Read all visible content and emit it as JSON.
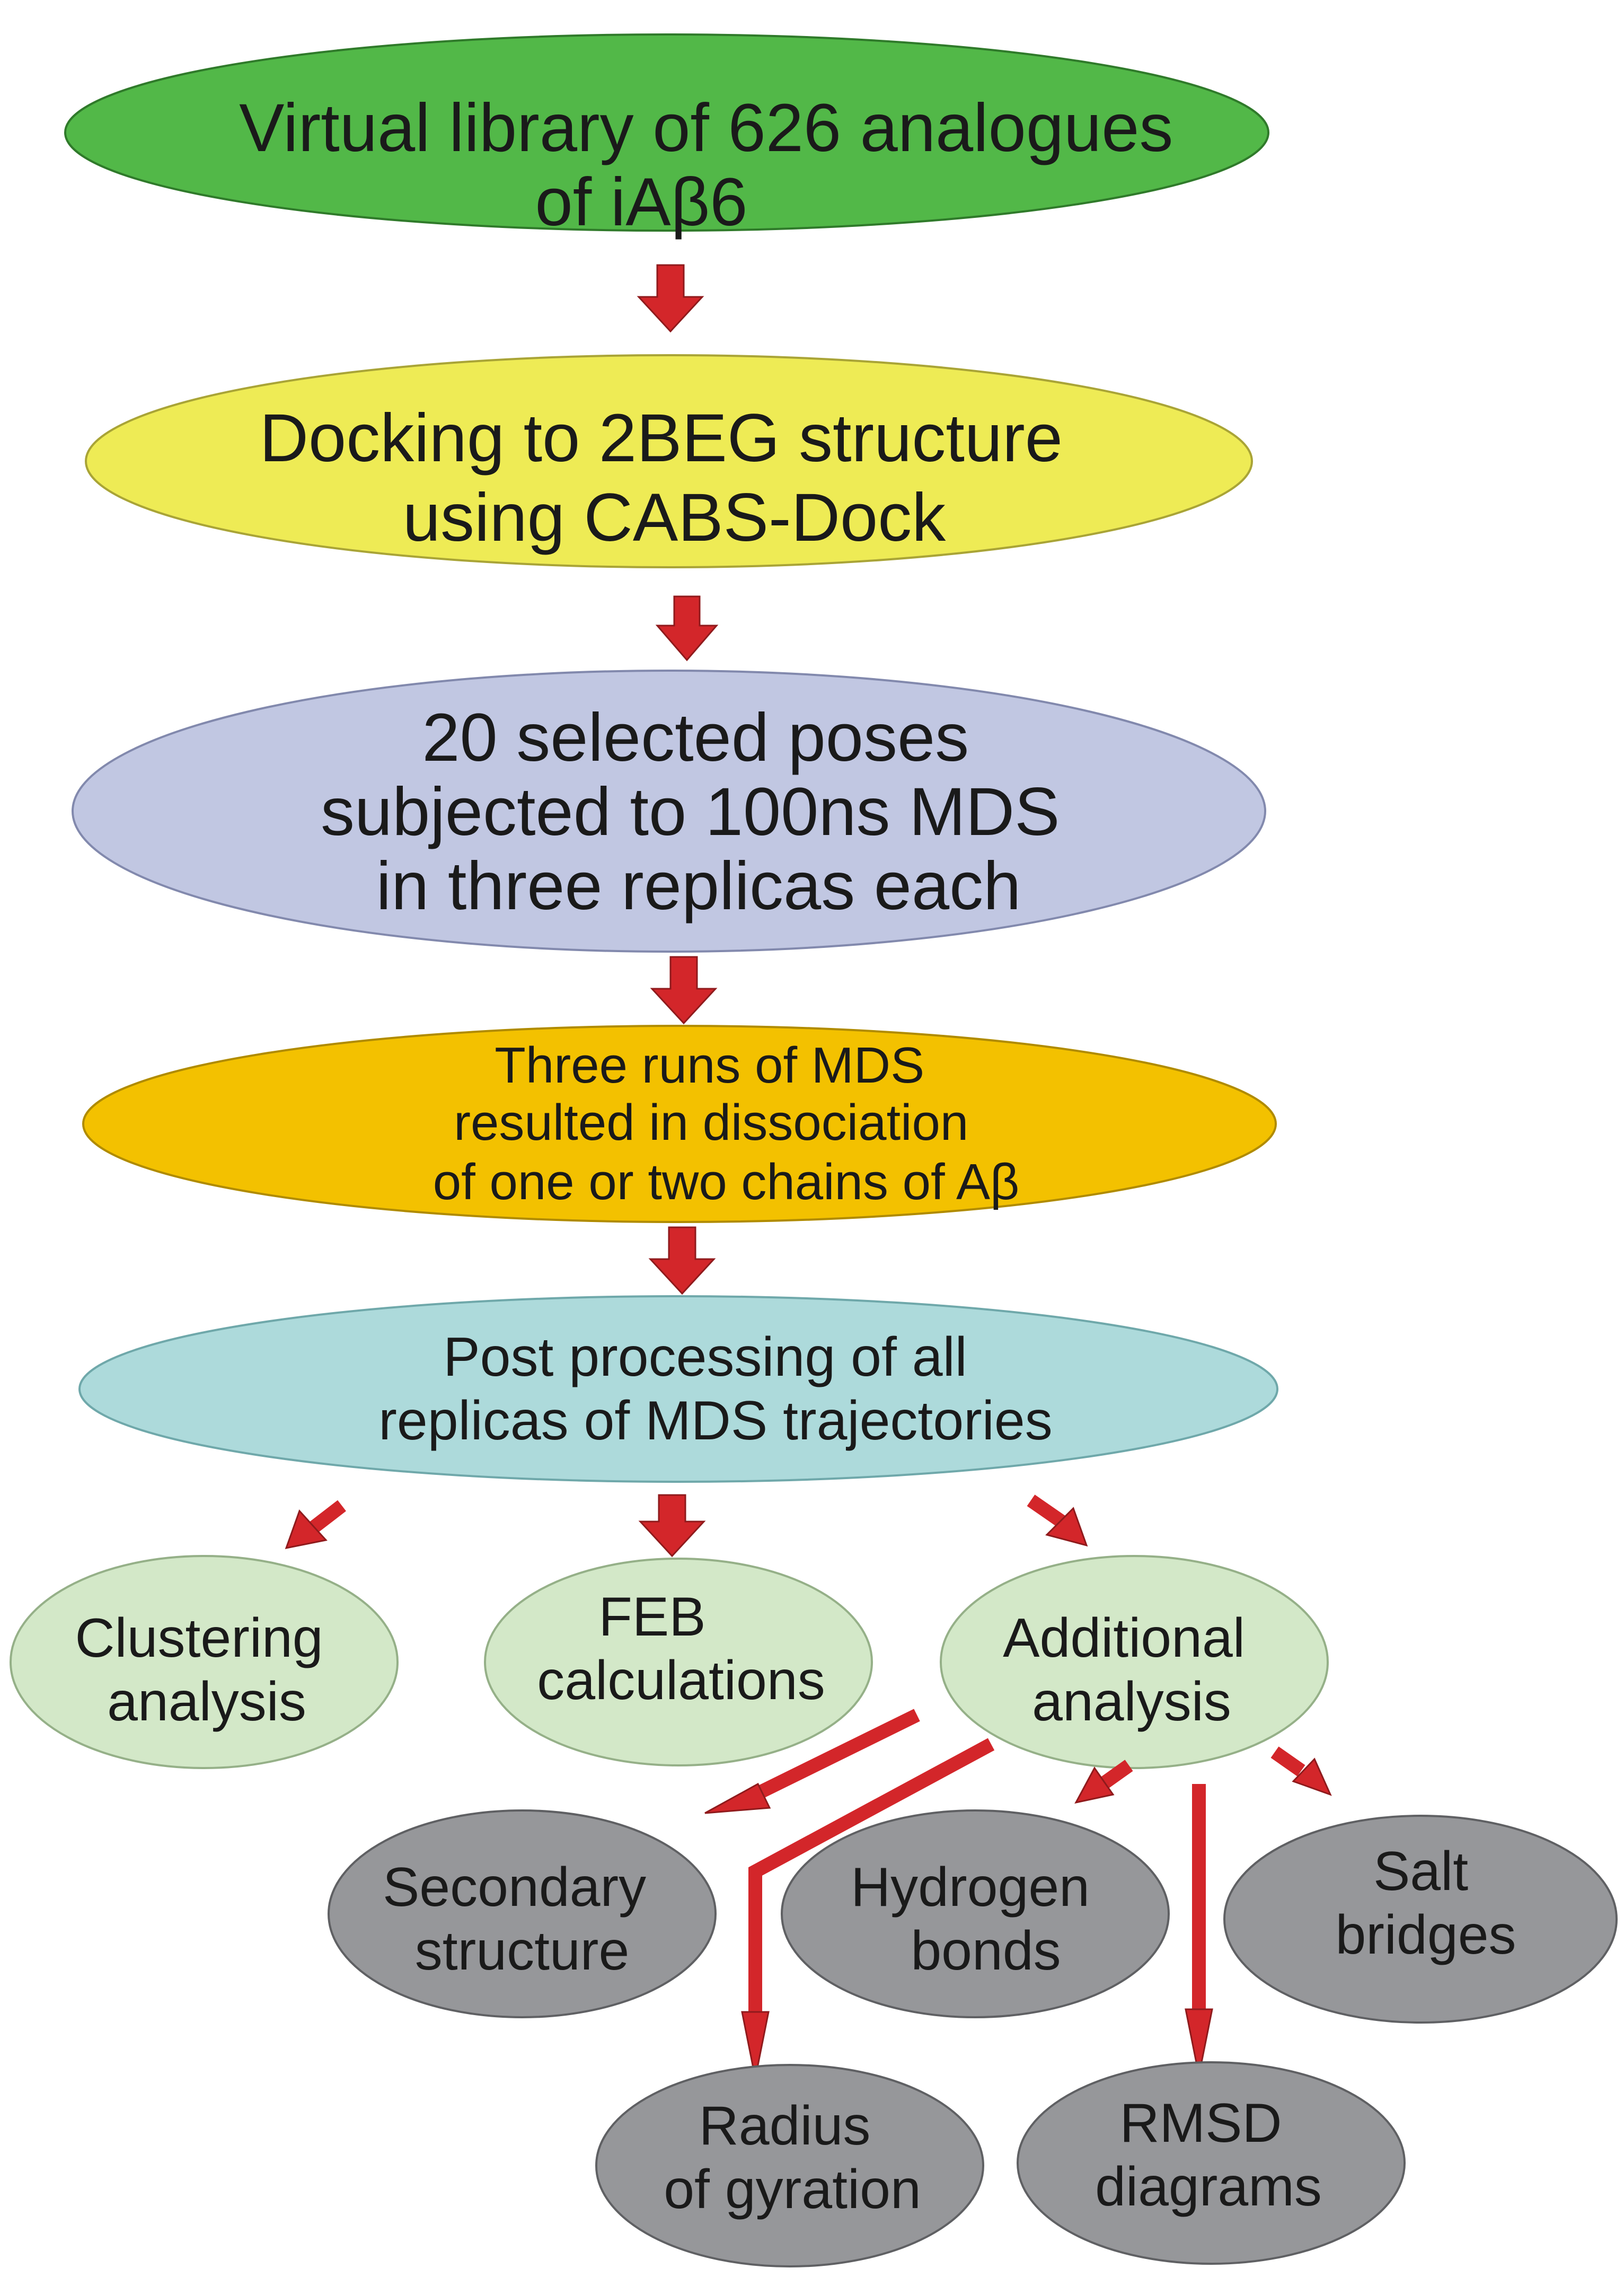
{
  "colors": {
    "green": "#52b848",
    "yellow": "#eeeb55",
    "lavender": "#c1c7e2",
    "orange": "#f3c100",
    "cyan": "#addadb",
    "pale_green": "#d3e8c8",
    "gray": "#96979a",
    "arrow_red": "#d3262a"
  },
  "nodes": {
    "library": {
      "lines": [
        "Virtual library of 626 analogues",
        "of  iAβ6"
      ]
    },
    "docking": {
      "lines": [
        "Docking to 2BEG structure",
        "using CABS-Dock"
      ]
    },
    "poses": {
      "lines": [
        "20 selected poses",
        "subjected to 100ns MDS",
        "in three replicas each"
      ]
    },
    "runs": {
      "lines": [
        "Three runs of MDS",
        "resulted in dissociation",
        "of one or two chains of Aβ"
      ]
    },
    "post": {
      "lines": [
        "Post processing of all",
        "replicas of MDS trajectories"
      ]
    },
    "clustering": {
      "lines": [
        "Clustering",
        "analysis"
      ]
    },
    "feb": {
      "lines": [
        "FEB",
        "calculations"
      ]
    },
    "additional": {
      "lines": [
        "Additional",
        "analysis"
      ]
    },
    "secondary": {
      "lines": [
        "Secondary",
        "structure"
      ]
    },
    "hydrogen": {
      "lines": [
        "Hydrogen",
        "bonds"
      ]
    },
    "salt": {
      "lines": [
        "Salt",
        "bridges"
      ]
    },
    "radius": {
      "lines": [
        "Radius",
        "of gyration"
      ]
    },
    "rmsd": {
      "lines": [
        "RMSD",
        "diagrams"
      ]
    }
  }
}
